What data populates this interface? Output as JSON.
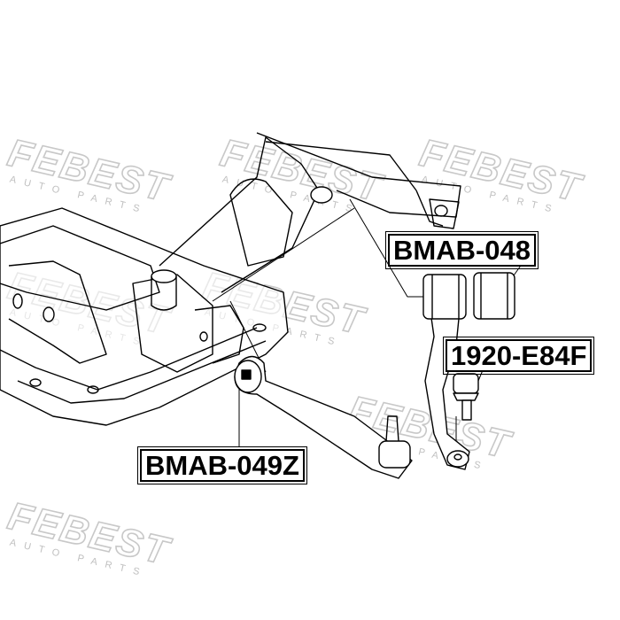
{
  "watermark": {
    "brand": "FEBEST",
    "sub": "AUTO PARTS"
  },
  "labels": {
    "upper_bushing": "BMAB-048",
    "ball_joint": "1920-E84F",
    "lower_bushing": "BMAB-049Z"
  },
  "colors": {
    "line": "#000000",
    "watermark": "#c8c8c8"
  }
}
